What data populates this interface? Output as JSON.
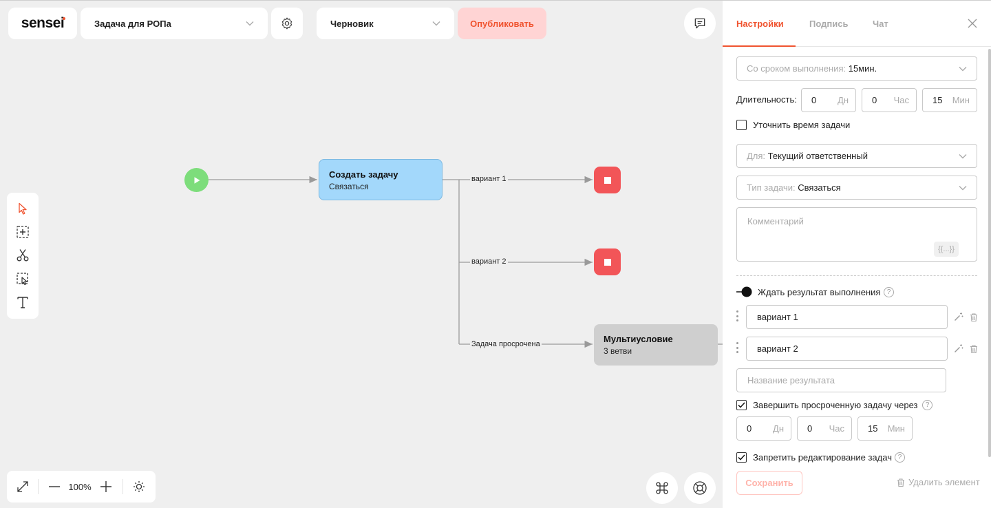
{
  "header": {
    "logo_text": "sensei",
    "task_name": "Задача для РОПа",
    "status": "Черновик",
    "publish_label": "Опубликовать"
  },
  "zoom": {
    "level": "100%"
  },
  "flow": {
    "task_node": {
      "title": "Создать задачу",
      "subtitle": "Связаться"
    },
    "multi_node": {
      "title": "Мультиусловие",
      "subtitle": "3 ветви"
    },
    "edges": [
      "вариант 1",
      "вариант 2",
      "Задача просрочена"
    ]
  },
  "panel": {
    "tabs": [
      "Настройки",
      "Подпись",
      "Чат"
    ],
    "deadline": {
      "label": "Со сроком выполнения:",
      "value": "15мин."
    },
    "duration": {
      "label": "Длительность:",
      "days": "0",
      "days_unit": "Дн",
      "hours": "0",
      "hours_unit": "Час",
      "minutes": "15",
      "minutes_unit": "Мин"
    },
    "clarify_time_label": "Уточнить время задачи",
    "for": {
      "label": "Для:",
      "value": "Текущий ответственный"
    },
    "task_type": {
      "label": "Тип задачи:",
      "value": "Связаться"
    },
    "comment_placeholder": "Комментарий",
    "template_token": "{{...}}",
    "wait_result_label": "Ждать результат выполнения",
    "results": [
      "вариант 1",
      "вариант 2"
    ],
    "result_name_placeholder": "Название результата",
    "finish_overdue_label": "Завершить просроченную задачу через",
    "overdue": {
      "days": "0",
      "days_unit": "Дн",
      "hours": "0",
      "hours_unit": "Час",
      "minutes": "15",
      "minutes_unit": "Мин"
    },
    "forbid_edit_label": "Запретить редактирование задач",
    "save_label": "Сохранить",
    "delete_label": "Удалить элемент"
  },
  "colors": {
    "accent": "#f0532f",
    "start_node": "#7ddd7b",
    "task_node": "#a3d8fb",
    "end_node": "#f25558",
    "multi_node": "#cfcfcf"
  }
}
